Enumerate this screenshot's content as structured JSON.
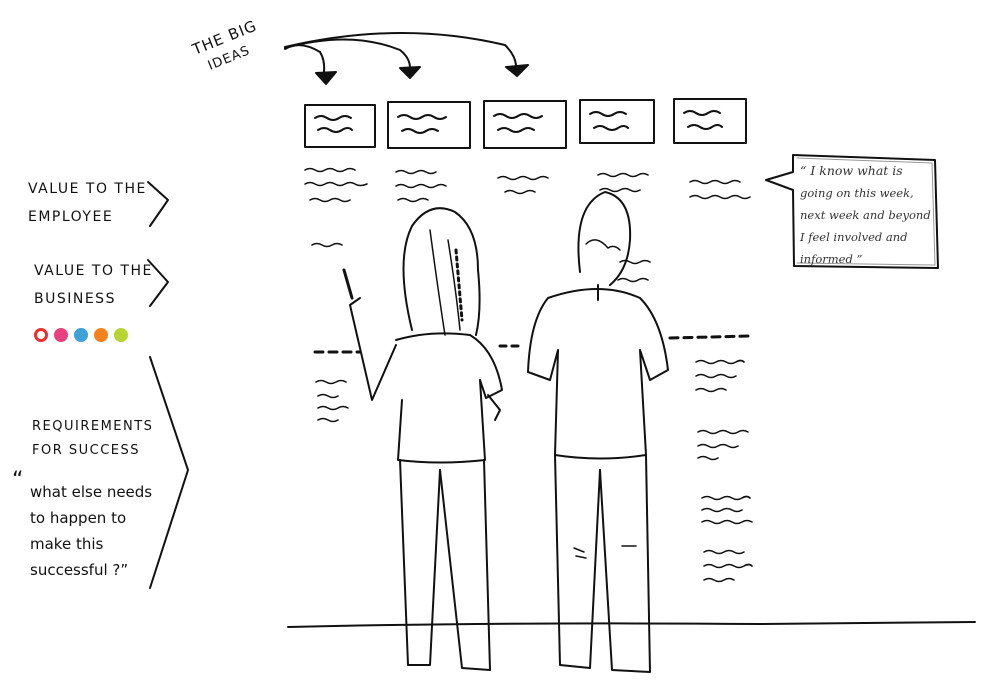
{
  "header": {
    "title_line1": "THE BIG",
    "title_line2": "IDEAS"
  },
  "rows": {
    "employee_line1": "VALUE TO THE",
    "employee_line2": "EMPLOYEE",
    "business_line1": "VALUE TO THE",
    "business_line2": "BUSINESS",
    "requirements_line1": "REQUIREMENTS",
    "requirements_line2": "FOR SUCCESS"
  },
  "question": {
    "open_quote": "“",
    "line1": "what else needs",
    "line2": "to happen to",
    "line3": "make this",
    "line4": "successful ?”"
  },
  "quote_card": {
    "line1": "“ I know what is",
    "line2": "going on this week,",
    "line3": "next week and beyond",
    "line4": "I feel involved and",
    "line5": "informed ”"
  },
  "icons": [
    {
      "name": "circle-arrow-icon",
      "color": "#e8312f"
    },
    {
      "name": "people-icon",
      "color": "#e9417f"
    },
    {
      "name": "clock-icon",
      "color": "#3ea1d7"
    },
    {
      "name": "bulb-icon",
      "color": "#f5821f"
    },
    {
      "name": "gift-icon",
      "color": "#b7d433"
    }
  ]
}
